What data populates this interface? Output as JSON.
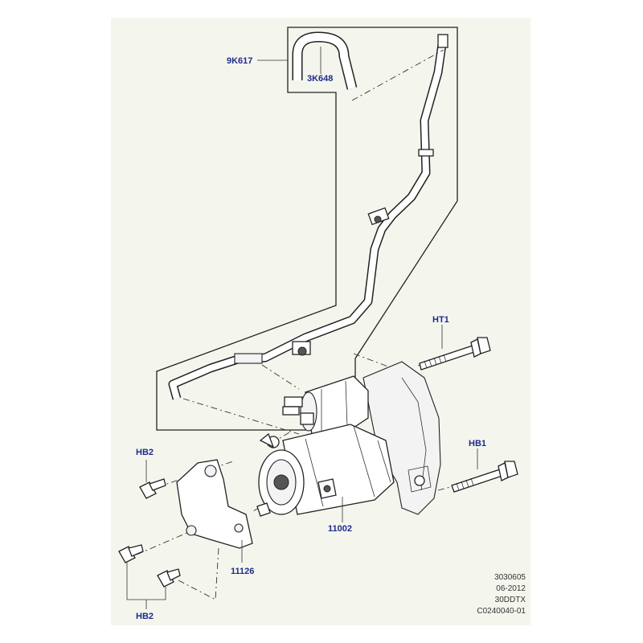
{
  "colors": {
    "background": "#f4f6ee",
    "callout_text": "#1f2a8c",
    "line": "#222222"
  },
  "callouts": {
    "hose_assembly": "9K617",
    "hose": "3K648",
    "bolt_top": "HT1",
    "bolt_right": "HB1",
    "starter_motor": "11002",
    "bracket": "11126",
    "bolt_left_upper": "HB2",
    "bolt_left_lower": "HB2"
  },
  "meta": {
    "line1": "3030605",
    "line2": "06-2012",
    "line3": "30DDTX",
    "line4": "C0240040-01"
  }
}
